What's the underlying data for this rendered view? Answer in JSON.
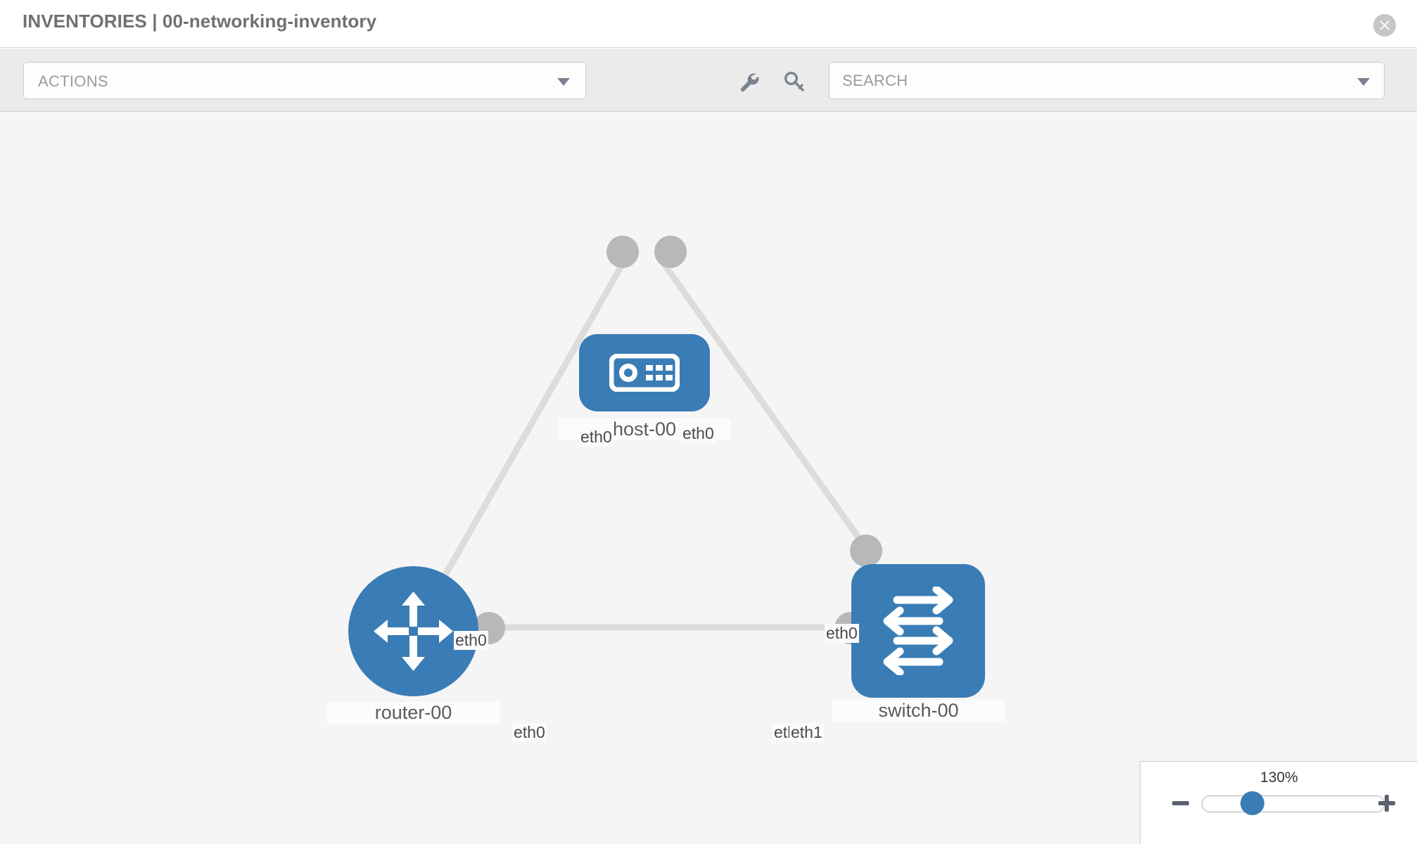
{
  "header": {
    "title": "INVENTORIES | 00-networking-inventory",
    "close_icon": "close-circle-icon"
  },
  "toolbar": {
    "actions_label": "ACTIONS",
    "actions_caret_icon": "chevron-down-icon",
    "wrench_icon": "wrench-icon",
    "key_icon": "key-icon",
    "search_placeholder": "SEARCH",
    "search_value": "",
    "search_caret_icon": "chevron-down-icon"
  },
  "topology": {
    "nodes": [
      {
        "id": "host-00",
        "label": "host-00",
        "type": "host",
        "icon": "server-icon",
        "shape": "rounded-rect",
        "color": "#3a7cb5"
      },
      {
        "id": "router-00",
        "label": "router-00",
        "type": "router",
        "icon": "router-icon",
        "shape": "circle",
        "color": "#3a7cb5"
      },
      {
        "id": "switch-00",
        "label": "switch-00",
        "type": "switch",
        "icon": "switch-icon",
        "shape": "rounded-rect",
        "color": "#3a7cb5"
      }
    ],
    "links": [
      {
        "from": "host-00",
        "to": "router-00",
        "from_iface": "eth0",
        "to_iface": "eth0"
      },
      {
        "from": "host-00",
        "to": "switch-00",
        "from_iface": "eth0",
        "to_iface": "eth0"
      },
      {
        "from": "router-00",
        "to": "switch-00",
        "from_iface": "eth0",
        "to_iface": "eth1",
        "to_iface_overlap": "eth"
      }
    ],
    "edge_color": "#dcdcdc",
    "connector_color": "#b8b8b8"
  },
  "zoom_control": {
    "value_label": "130%",
    "minus_label": "−",
    "plus_label": "+",
    "minus_icon": "minus-icon",
    "plus_icon": "plus-icon"
  }
}
